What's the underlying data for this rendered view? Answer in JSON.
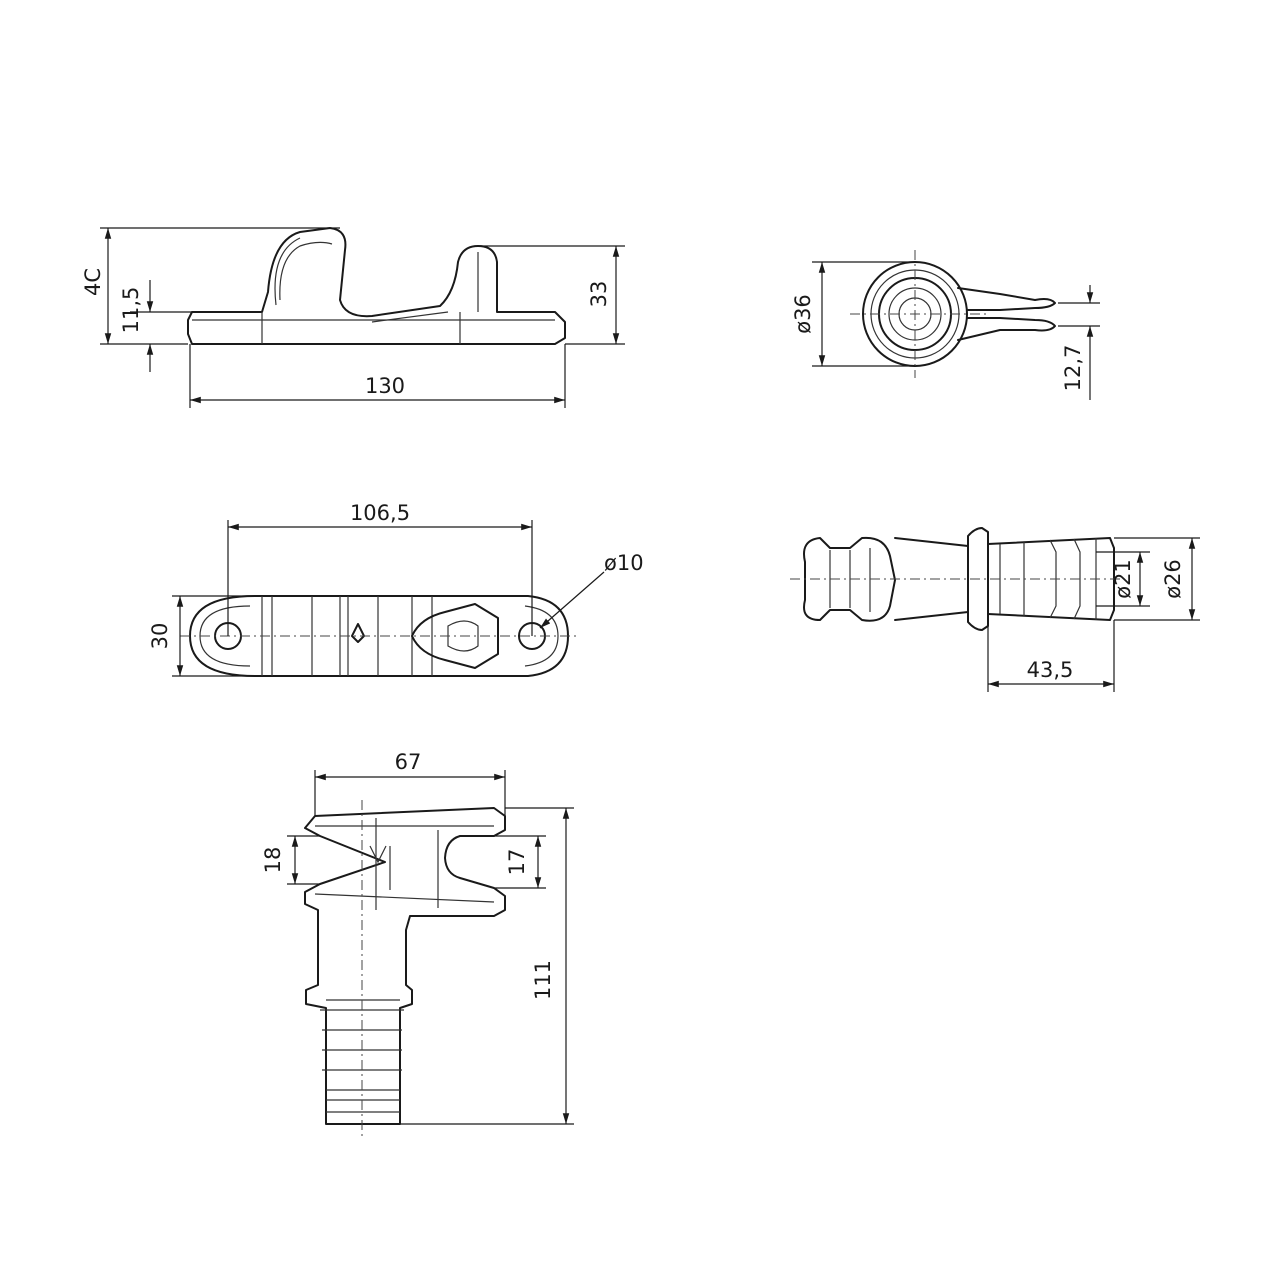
{
  "dimensions": {
    "side_height_total": "4C",
    "side_base_height": "11,5",
    "side_horn_height": "33",
    "side_length": "130",
    "top_hole_spacing": "106,5",
    "top_width": "30",
    "top_hole_diameter": "ø10",
    "end_diameter": "ø36",
    "end_offset": "12,7",
    "plug_diameter_inner": "ø21",
    "plug_diameter_outer": "ø26",
    "plug_length": "43,5",
    "vert_width": "67",
    "vert_slot_left": "18",
    "vert_slot_right": "17",
    "vert_height": "111"
  }
}
